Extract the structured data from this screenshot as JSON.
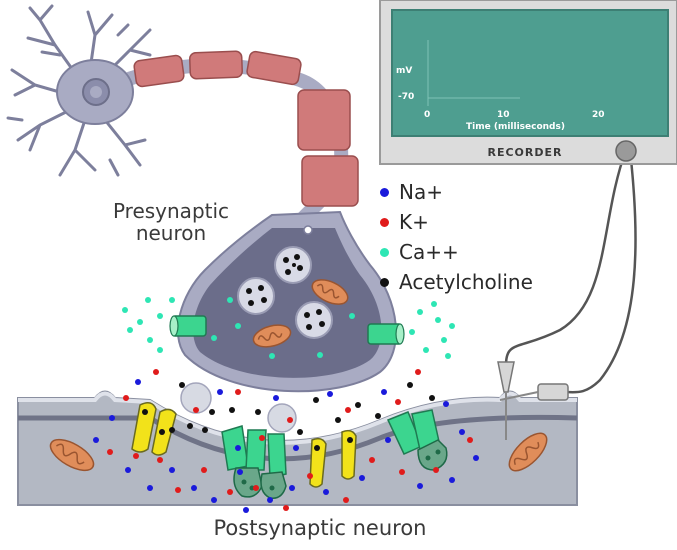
{
  "labels": {
    "presynaptic_line1": "Presynaptic",
    "presynaptic_line2": "neuron",
    "postsynaptic": "Postsynaptic neuron"
  },
  "legend": [
    {
      "label": "Na+",
      "color": "#1a1adb"
    },
    {
      "label": "K+",
      "color": "#e01b1b"
    },
    {
      "label": "Ca++",
      "color": "#2ee6b4"
    },
    {
      "label": "Acetylcholine",
      "color": "#111111"
    }
  ],
  "recorder": {
    "title": "RECORDER",
    "y_unit": "mV",
    "baseline_value": "-70",
    "x_ticks": [
      "0",
      "10",
      "20"
    ],
    "x_axis_label": "Time (milliseconds)",
    "screen_color": "#4e9e90",
    "body_color": "#dcdcdc"
  },
  "colors": {
    "axon_myelin": "#d07a7a",
    "neuron_body": "#a9abc3",
    "terminal_inner": "#6b6d8a",
    "postsynaptic_fill": "#b3b8c3",
    "receptor_yellow": "#f2e21a",
    "channel_green": "#3cd58f"
  }
}
